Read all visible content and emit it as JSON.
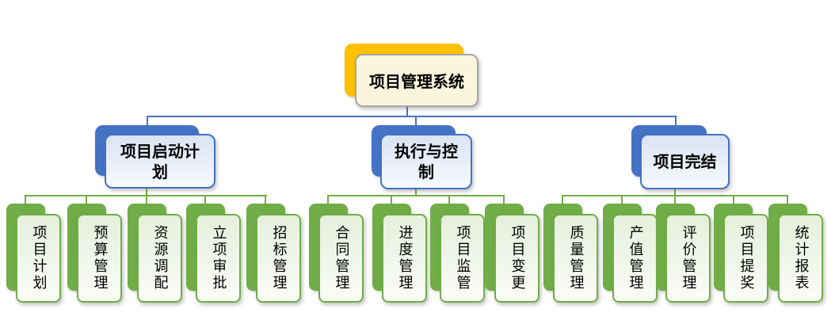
{
  "diagram": {
    "root": {
      "label": "项目管理系统"
    },
    "branches": [
      {
        "label": "项目启动计划",
        "children": [
          "项目计划",
          "预算管理",
          "资源调配",
          "立项审批",
          "招标管理"
        ]
      },
      {
        "label": "执行与控制",
        "children": [
          "合同管理",
          "进度管理",
          "项目监管",
          "项目变更"
        ]
      },
      {
        "label": "项目完结",
        "children": [
          "质量管理",
          "产值管理",
          "评价管理",
          "项目提奖",
          "统计报表"
        ]
      }
    ],
    "colors": {
      "root_accent": "#FFC000",
      "root_card_bg": "#FBF5DE",
      "root_card_border": "#A6A6A6",
      "branch_accent": "#4472C4",
      "branch_card_bg": "#EAF0F9",
      "branch_card_border": "#4472C4",
      "leaf_accent": "#70AD47",
      "leaf_card_bg": "#F2F7EC",
      "leaf_card_border": "#70AD47",
      "connector_level1": "#4472C4",
      "connector_level2": "#70AD47",
      "text": "#000000"
    }
  }
}
